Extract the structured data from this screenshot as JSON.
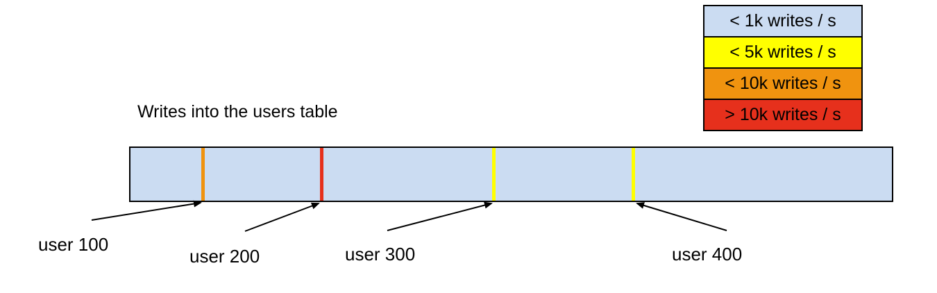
{
  "title": "Writes into the users table",
  "colors": {
    "bar-fill": "#cbdcf2",
    "yellow": "#ffff00",
    "orange": "#f0930f",
    "red": "#e6301c",
    "border": "#000000"
  },
  "legend": {
    "items": [
      {
        "label": "< 1k writes / s",
        "color": "bar-fill"
      },
      {
        "label": "< 5k writes / s",
        "color": "yellow"
      },
      {
        "label": "< 10k writes / s",
        "color": "orange"
      },
      {
        "label": "> 10k writes / s",
        "color": "red"
      }
    ]
  },
  "bar": {
    "markers": [
      {
        "user": "user 100",
        "color": "orange",
        "rate": "< 10k writes / s",
        "position_pct": 9.5
      },
      {
        "user": "user 200",
        "color": "red",
        "rate": "> 10k writes / s",
        "position_pct": 25.1
      },
      {
        "user": "user 300",
        "color": "yellow",
        "rate": "< 5k writes / s",
        "position_pct": 47.7
      },
      {
        "user": "user 400",
        "color": "yellow",
        "rate": "< 5k writes / s",
        "position_pct": 66.0
      }
    ]
  }
}
